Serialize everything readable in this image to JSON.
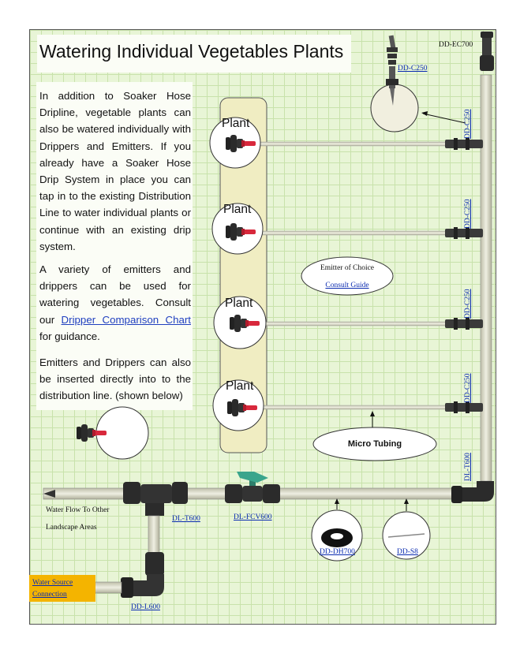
{
  "title": "Watering Individual Vegetables Plants",
  "paragraphs": [
    "In addition to Soaker Hose Dripline, vegetable plants can also be watered individually with Drippers and Emitters. If you already have a Soaker Hose Drip System in place you can tap in to the existing Distribution Line to water individual plants or continue with an existing drip system.",
    "Emitters and Drippers can also be inserted directly into to the distribution line. (shown below)"
  ],
  "para2": {
    "before": "A variety of emitters and drippers can be used for watering vegetables. Consult our ",
    "link": "Dripper Comparison Chart",
    "after": " for guidance."
  },
  "plants": [
    "Plant",
    "Plant",
    "Plant",
    "Plant"
  ],
  "labels": {
    "ec700": "DD-EC700",
    "c250_top": "DD-C250",
    "c250": "DD-C250",
    "t600_right": "DL-T600",
    "t600": "DL-T600",
    "fcv600": "DL-FCV600",
    "dh700": "DD-DH700",
    "s8": "DD-S8",
    "l600": "DD-L600",
    "water_flow": "Water Flow To Other",
    "landscape": "Landscape Areas",
    "water_source": "Water Source Connection"
  },
  "emitter_callout": {
    "title": "Emitter of Choice",
    "link": "Consult Guide"
  },
  "micro_tubing": "Micro Tubing",
  "colors": {
    "background_grid": "#e8f5d6",
    "tube": "#dcdcc8",
    "fitting": "#2b2b2b",
    "valve_handle": "#3aa58c",
    "emitter_red": "#d8283c",
    "source_box": "#f4b400",
    "link": "#0a2bb0"
  }
}
